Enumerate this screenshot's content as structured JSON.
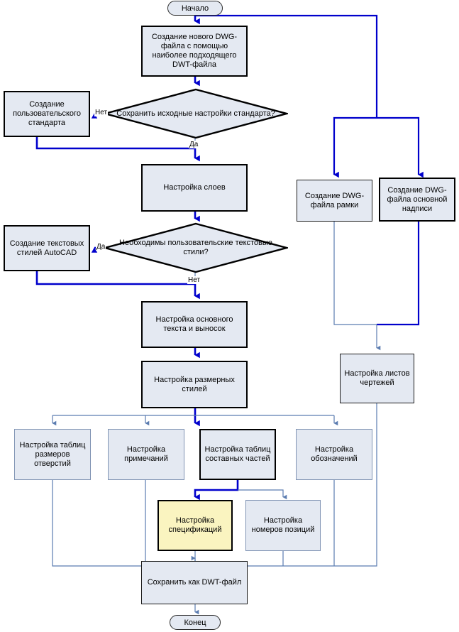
{
  "diagram": {
    "title": "Flowchart: DWT template setup workflow",
    "colors": {
      "node_fill": "#e4e9f2",
      "highlight_fill": "#faf4c0",
      "connector_primary": "#0000cc",
      "connector_secondary": "#5b7cb0",
      "border_dark": "#000000"
    },
    "start": {
      "label": "Начало"
    },
    "end": {
      "label": "Конец"
    },
    "process": {
      "create_dwg": "Создание нового DWG-файла с помощью наиболее подходящего DWT-файла",
      "custom_standard": "Создание пользовательского стандарта",
      "layers": "Настройка слоев",
      "text_styles_acad": "Создание текстовых стилей AutoCAD",
      "main_text_leaders": "Настройка основного текста и выносок",
      "dim_styles": "Настройка размерных стилей",
      "hole_tables": "Настройка таблиц размеров отверстий",
      "notes": "Настройка примечаний",
      "parts_tables": "Настройка таблиц составных частей",
      "symbols": "Настройка обозначений",
      "specifications": "Настройка спецификаций",
      "balloons": "Настройка номеров позиций",
      "save_dwt": "Сохранить как DWT-файл",
      "dwg_frame": "Создание DWG-файла рамки",
      "dwg_title_block": "Создание DWG-файла основной надписи",
      "sheets": "Настройка листов чертежей"
    },
    "decisions": {
      "keep_standard": "Сохранить исходные настройки стандарта?",
      "need_text_styles": "Необходимы пользовательские текстовые стили?"
    },
    "edge_labels": {
      "keep_standard_no": "Нет",
      "keep_standard_yes": "Да",
      "need_text_styles_yes": "Да",
      "need_text_styles_no": "Нет"
    }
  }
}
